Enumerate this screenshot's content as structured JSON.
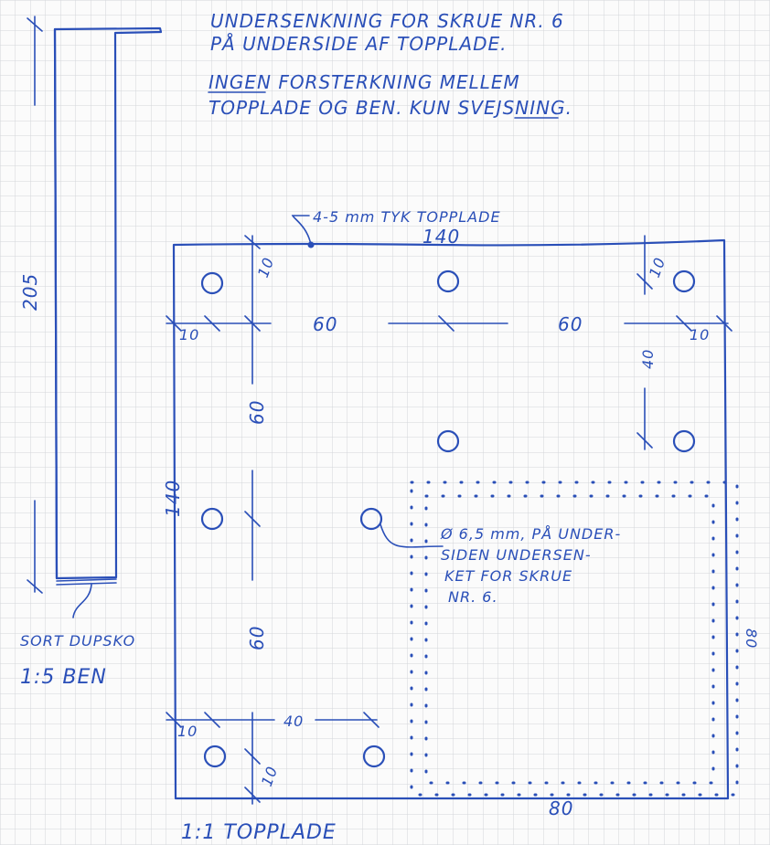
{
  "notes": {
    "line1": "UNDERSENKNING FOR SKRUE NR. 6",
    "line2": "PÅ UNDERSIDE AF TOPPLADE.",
    "line3": "INGEN FORSTERKNING MELLEM",
    "line4": "TOPPLADE OG BEN. KUN SVEJSNING."
  },
  "topplate": {
    "thickness_label": "4-5 mm TYK TOPPLADE",
    "width_label": "140",
    "height_label": "140",
    "scale_label": "1:1 TOPPLADE"
  },
  "dims": {
    "edge_top_left": "10",
    "edge_top_right": "10",
    "edge_left": "10",
    "edge_right": "10",
    "span_left": "60",
    "span_right": "60",
    "span_vertical_upper": "60",
    "span_vertical_lower": "60",
    "span_right_vertical": "40",
    "span_bottom": "40",
    "edge_bottom_left": "10",
    "edge_bottom": "10",
    "dotted_width": "80",
    "dotted_height": "80"
  },
  "hole_note": {
    "line1": "Ø 6,5 mm, PÅ UNDER-",
    "line2": "SIDEN UNDERSEN-",
    "line3": "KET FOR SKRUE",
    "line4": "NR. 6."
  },
  "leg": {
    "height_label": "205",
    "foot_label": "SORT DUPSKO",
    "scale_label": "1:5 BEN"
  }
}
